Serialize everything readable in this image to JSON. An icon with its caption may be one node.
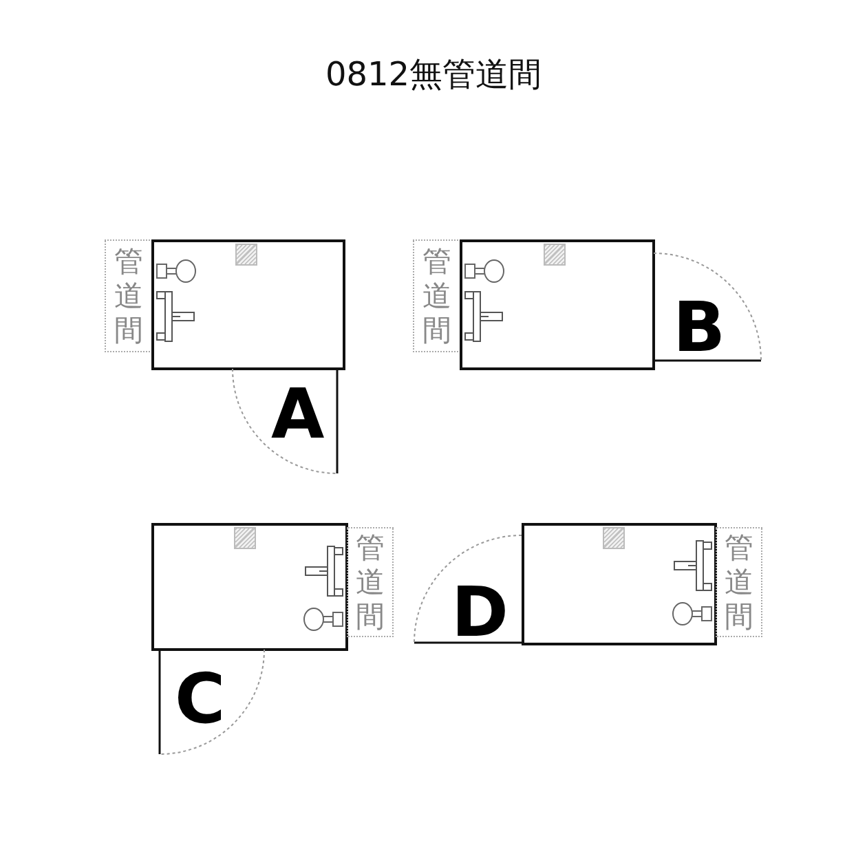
{
  "diagram": {
    "title": "0812無管道間",
    "nodes": [
      {
        "text": [
          "管道間"
        ]
      },
      {
        "text": [],
        "shape": "box"
      },
      {
        "text": [
          "管道間"
        ]
      },
      {
        "text": [],
        "shape": "box"
      },
      {
        "text": [],
        "shape": "box"
      },
      {
        "text": [
          "管道間"
        ]
      },
      {
        "text": [],
        "shape": "box"
      },
      {
        "text": [
          "管道間"
        ]
      }
    ],
    "labels": [
      "A",
      "B",
      "C",
      "D"
    ]
  }
}
